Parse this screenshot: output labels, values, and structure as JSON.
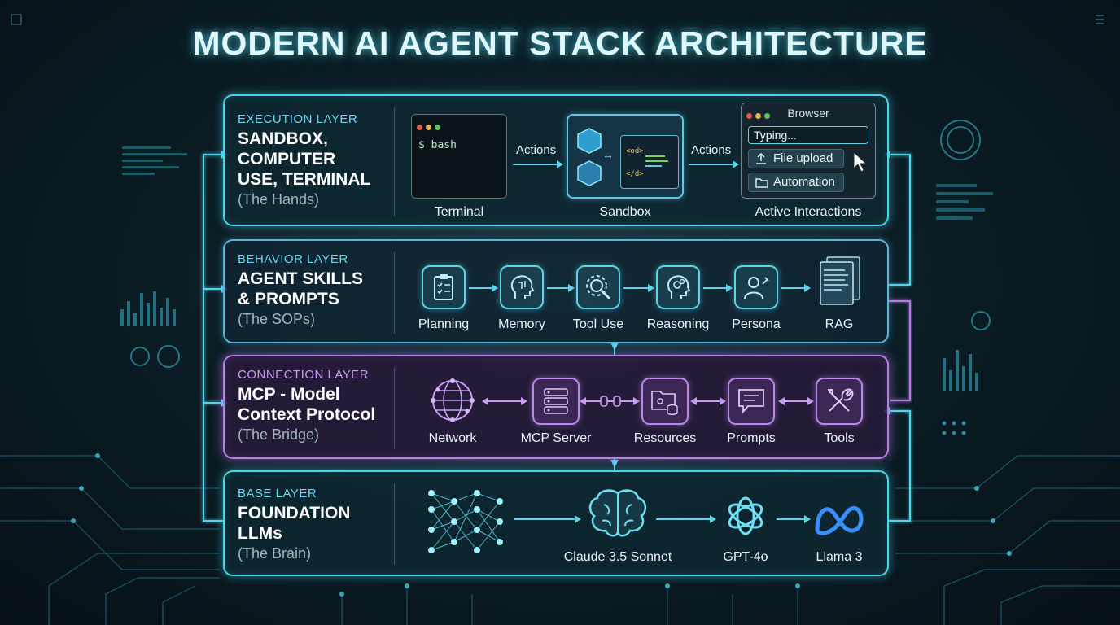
{
  "title": "MODERN AI AGENT STACK ARCHITECTURE",
  "colors": {
    "cyan": "#49d5ec",
    "purple": "#b87ee8",
    "background": "#0b1d25"
  },
  "layers": {
    "execution": {
      "tag": "EXECUTION LAYER",
      "name_line1": "SANDBOX,",
      "name_line2": "COMPUTER",
      "name_line3": "USE, TERMINAL",
      "subtitle": "(The Hands)",
      "terminal_prompt": "$ bash",
      "action_label_1": "Actions",
      "action_label_2": "Actions",
      "sandbox_code_1": "<od>",
      "sandbox_code_2": "</d>",
      "browser": {
        "title": "Browser",
        "input_text": "Typing...",
        "button_1": "File upload",
        "button_2": "Automation"
      },
      "nodes": [
        "Terminal",
        "Sandbox",
        "Active Interactions"
      ]
    },
    "behavior": {
      "tag": "BEHAVIOR LAYER",
      "name_line1": "AGENT SKILLS",
      "name_line2": "& PROMPTS",
      "subtitle": "(The SOPs)",
      "nodes": [
        {
          "label": "Planning",
          "icon": "clipboard-icon"
        },
        {
          "label": "Memory",
          "icon": "brain-head-icon"
        },
        {
          "label": "Tool Use",
          "icon": "gear-wrench-icon"
        },
        {
          "label": "Reasoning",
          "icon": "head-gears-icon"
        },
        {
          "label": "Persona",
          "icon": "person-icon"
        },
        {
          "label": "RAG",
          "icon": "documents-icon"
        }
      ]
    },
    "connection": {
      "tag": "CONNECTION LAYER",
      "name_line1": "MCP - Model",
      "name_line2": "Context Protocol",
      "subtitle": "(The Bridge)",
      "nodes": [
        {
          "label": "Network",
          "icon": "globe-icon"
        },
        {
          "label": "MCP Server",
          "icon": "server-icon"
        },
        {
          "label": "Resources",
          "icon": "folder-db-icon"
        },
        {
          "label": "Prompts",
          "icon": "chat-icon"
        },
        {
          "label": "Tools",
          "icon": "tools-icon"
        }
      ]
    },
    "base": {
      "tag": "BASE LAYER",
      "name_line1": "FOUNDATION",
      "name_line2": "LLMs",
      "subtitle": "(The Brain)",
      "nodes": [
        {
          "label": "",
          "icon": "neural-network-icon"
        },
        {
          "label": "Claude 3.5 Sonnet",
          "icon": "brain-icon"
        },
        {
          "label": "GPT-4o",
          "icon": "openai-logo-icon"
        },
        {
          "label": "Llama 3",
          "icon": "meta-logo-icon"
        }
      ]
    }
  }
}
